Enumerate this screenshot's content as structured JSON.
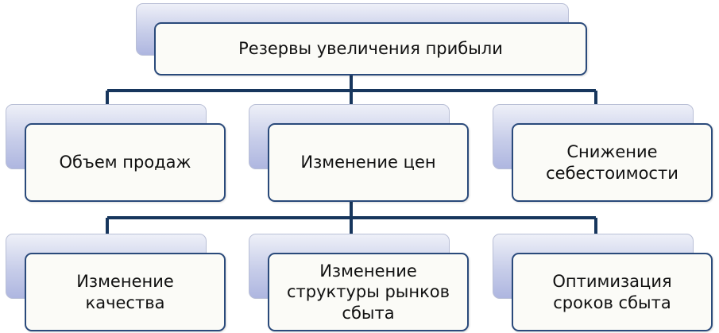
{
  "diagram": {
    "root": {
      "label": "Резервы увеличения прибыли"
    },
    "level2": [
      {
        "label": "Объем продаж"
      },
      {
        "label": "Изменение цен"
      },
      {
        "label": "Снижение\nсебестоимости"
      }
    ],
    "level3": [
      {
        "label": "Изменение\nкачества"
      },
      {
        "label": "Изменение\nструктуры рынков\nсбыта"
      },
      {
        "label": "Оптимизация\nсроков сбыта"
      }
    ],
    "colors": {
      "connector": "#17365d",
      "border": "#2a4a7b",
      "back_fill": "#c7cde9",
      "front_fill": "#fbfbf7"
    }
  }
}
